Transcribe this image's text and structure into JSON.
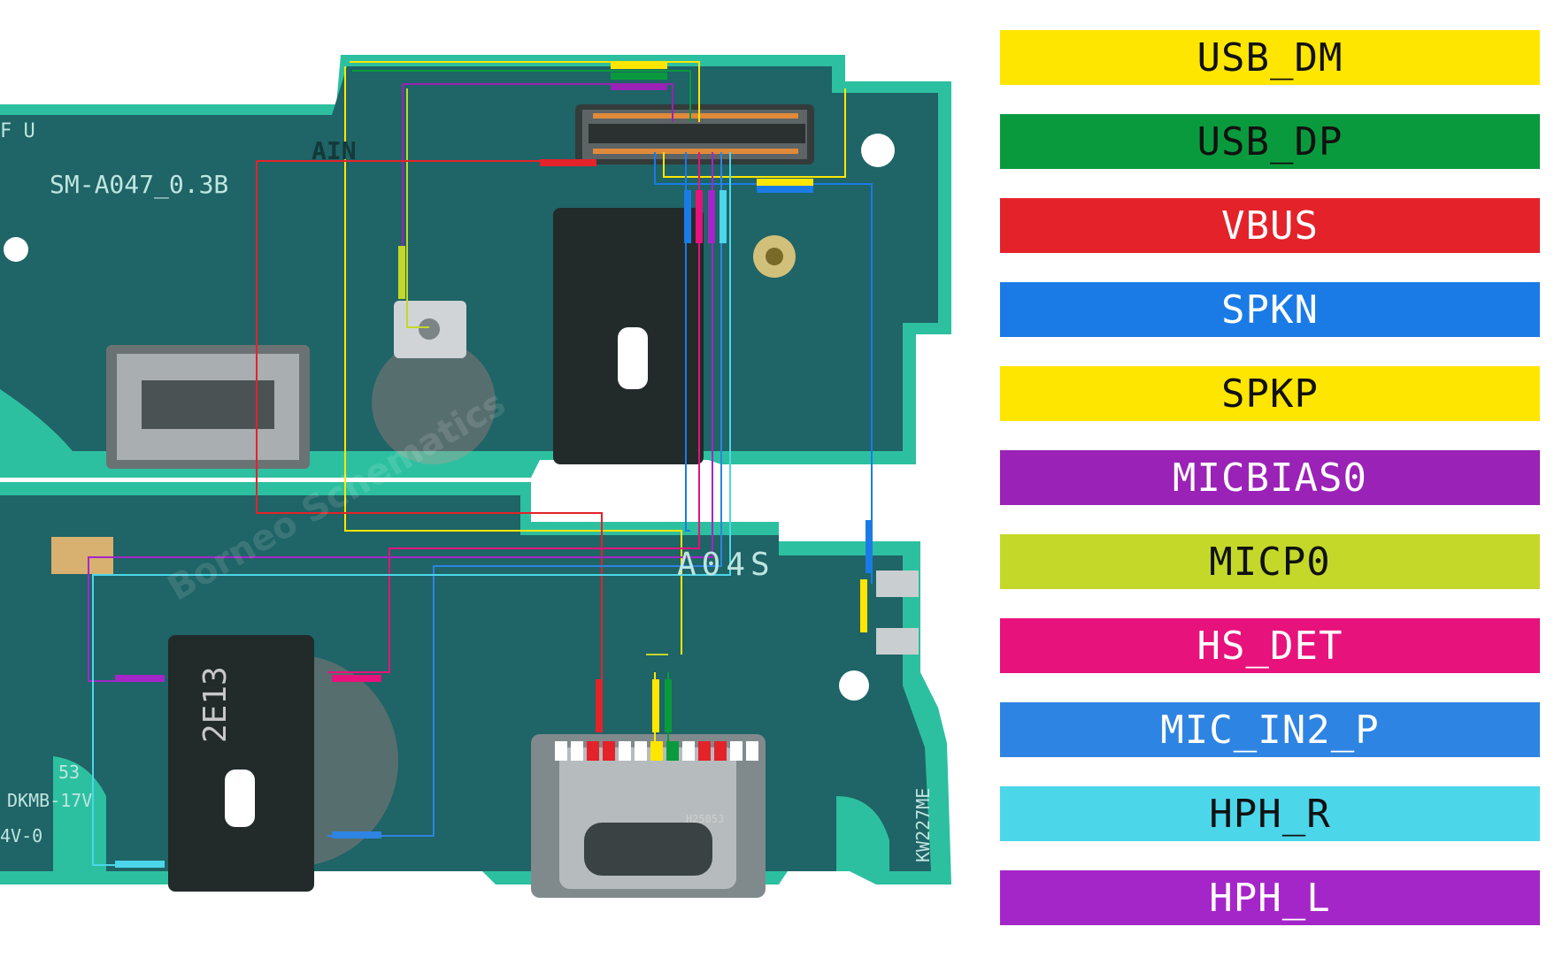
{
  "board": {
    "model_label": "SM-A047_0.3B",
    "sub_label": "A04S",
    "jack_label": "2E13",
    "type_c_label": "H2505J",
    "side_code": "KW227ME",
    "bottom_code": "DKMB-17V",
    "bottom_code2": "4V-0",
    "small_num": "53",
    "flex_top_label": "AIN",
    "watermark": "Borneo Schematics",
    "corner_text": "F U"
  },
  "legend": [
    {
      "label": "USB_DM",
      "color": "#FFE600",
      "text_color": "#111111"
    },
    {
      "label": "USB_DP",
      "color": "#0A9A3E",
      "text_color": "#111111"
    },
    {
      "label": "VBUS",
      "color": "#E4222A",
      "text_color": "#ffffff"
    },
    {
      "label": "SPKN",
      "color": "#1B7BE6",
      "text_color": "#ffffff"
    },
    {
      "label": "SPKP",
      "color": "#FFE600",
      "text_color": "#111111"
    },
    {
      "label": "MICBIAS0",
      "color": "#9B22B6",
      "text_color": "#ffffff"
    },
    {
      "label": "MICP0",
      "color": "#C4D82A",
      "text_color": "#111111"
    },
    {
      "label": "HS_DET",
      "color": "#E8127C",
      "text_color": "#ffffff"
    },
    {
      "label": "MIC_IN2_P",
      "color": "#2E84E2",
      "text_color": "#ffffff"
    },
    {
      "label": "HPH_R",
      "color": "#4CD6EA",
      "text_color": "#111111"
    },
    {
      "label": "HPH_L",
      "color": "#A526C8",
      "text_color": "#ffffff"
    }
  ]
}
